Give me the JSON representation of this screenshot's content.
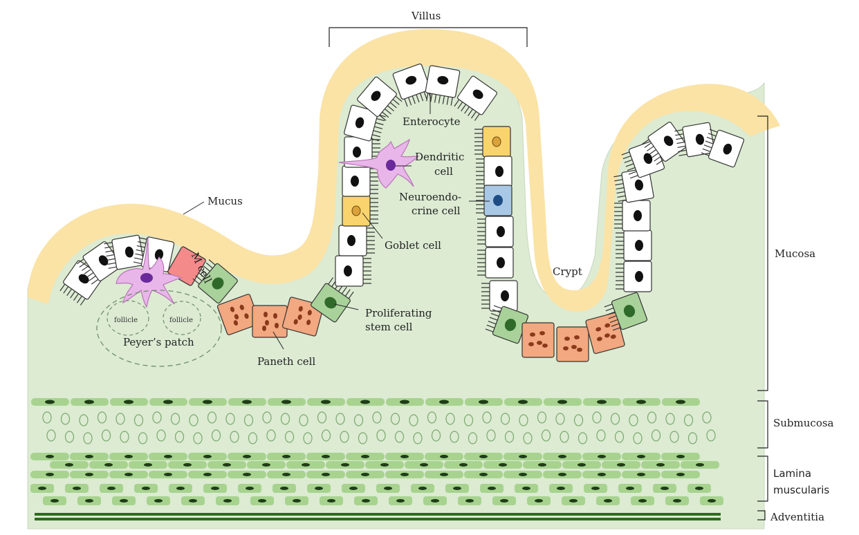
{
  "labels": {
    "villus": "Villus",
    "enterocyte": "Enterocyte",
    "dendritic_cell_1": "Dendritic",
    "dendritic_cell_2": "cell",
    "neuroendocrine_cell_1": "Neuroendo-",
    "neuroendocrine_cell_2": "crine cell",
    "goblet_cell": "Goblet cell",
    "mucus": "Mucus",
    "m_cell": "M cell",
    "follicle_left": "follicle",
    "follicle_right": "follicle",
    "peyers_patch": "Peyer’s patch",
    "paneth_cell": "Paneth cell",
    "proliferating_stem_cell_1": "Proliferating",
    "proliferating_stem_cell_2": "stem cell",
    "crypt": "Crypt",
    "mucosa": "Mucosa",
    "submucosa": "Submucosa",
    "lamina_muscularis_1": "Lamina",
    "lamina_muscularis_2": "muscularis",
    "adventitia": "Adventitia"
  },
  "colors": {
    "tissue": "#dcebd2",
    "mucus": "#fbe3a6",
    "enterocyte": "#ffffff",
    "nucleus": "#111111",
    "goblet": "#f9d46e",
    "paneth": "#f2a880",
    "stem_cell": "#a9d29a",
    "m_cell": "#f58a8a",
    "neuroendocrine": "#a8c8e6",
    "dendritic": "#e9b6ea",
    "muscle": "#a7d38f",
    "adventitia": "#2e6b1f"
  }
}
